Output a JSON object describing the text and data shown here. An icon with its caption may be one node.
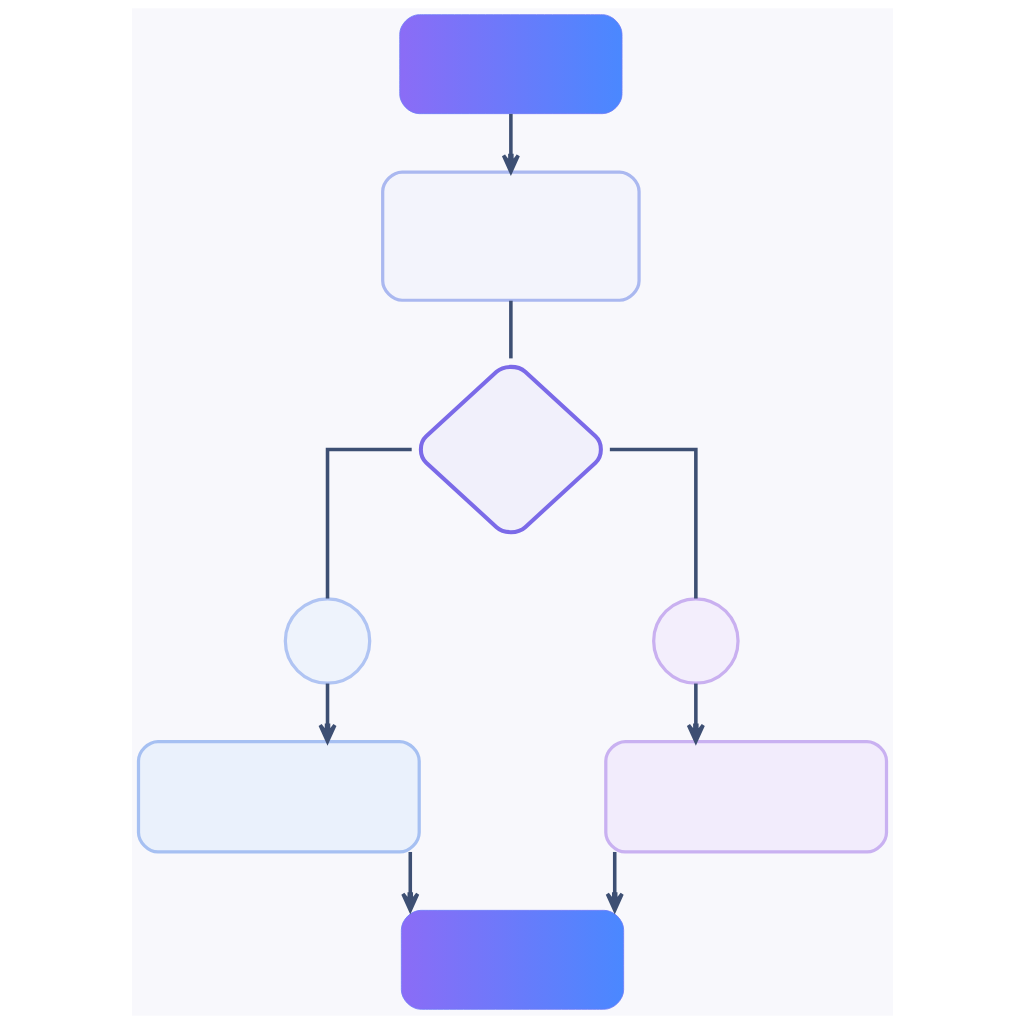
{
  "diagram": {
    "nodes": [
      {
        "text": [],
        "shape": "box"
      },
      {
        "text": [],
        "shape": "box"
      },
      {
        "text": [],
        "shape": "diamond"
      },
      {
        "text": [],
        "shape": "circle"
      },
      {
        "text": [],
        "shape": "circle"
      },
      {
        "text": [],
        "shape": "box"
      },
      {
        "text": [],
        "shape": "box"
      },
      {
        "text": [],
        "shape": "box"
      }
    ],
    "edges": [
      {
        "from": 0,
        "to": 1,
        "arrow": "to"
      },
      {
        "from": 1,
        "to": 2,
        "arrow": "none"
      },
      {
        "from": 2,
        "to": 3,
        "arrow": "none"
      },
      {
        "from": 2,
        "to": 4,
        "arrow": "none"
      },
      {
        "from": 3,
        "to": 5,
        "arrow": "to"
      },
      {
        "from": 4,
        "to": 6,
        "arrow": "to"
      },
      {
        "from": 5,
        "to": 7,
        "arrow": "to"
      },
      {
        "from": 6,
        "to": 7,
        "arrow": "to"
      }
    ]
  }
}
